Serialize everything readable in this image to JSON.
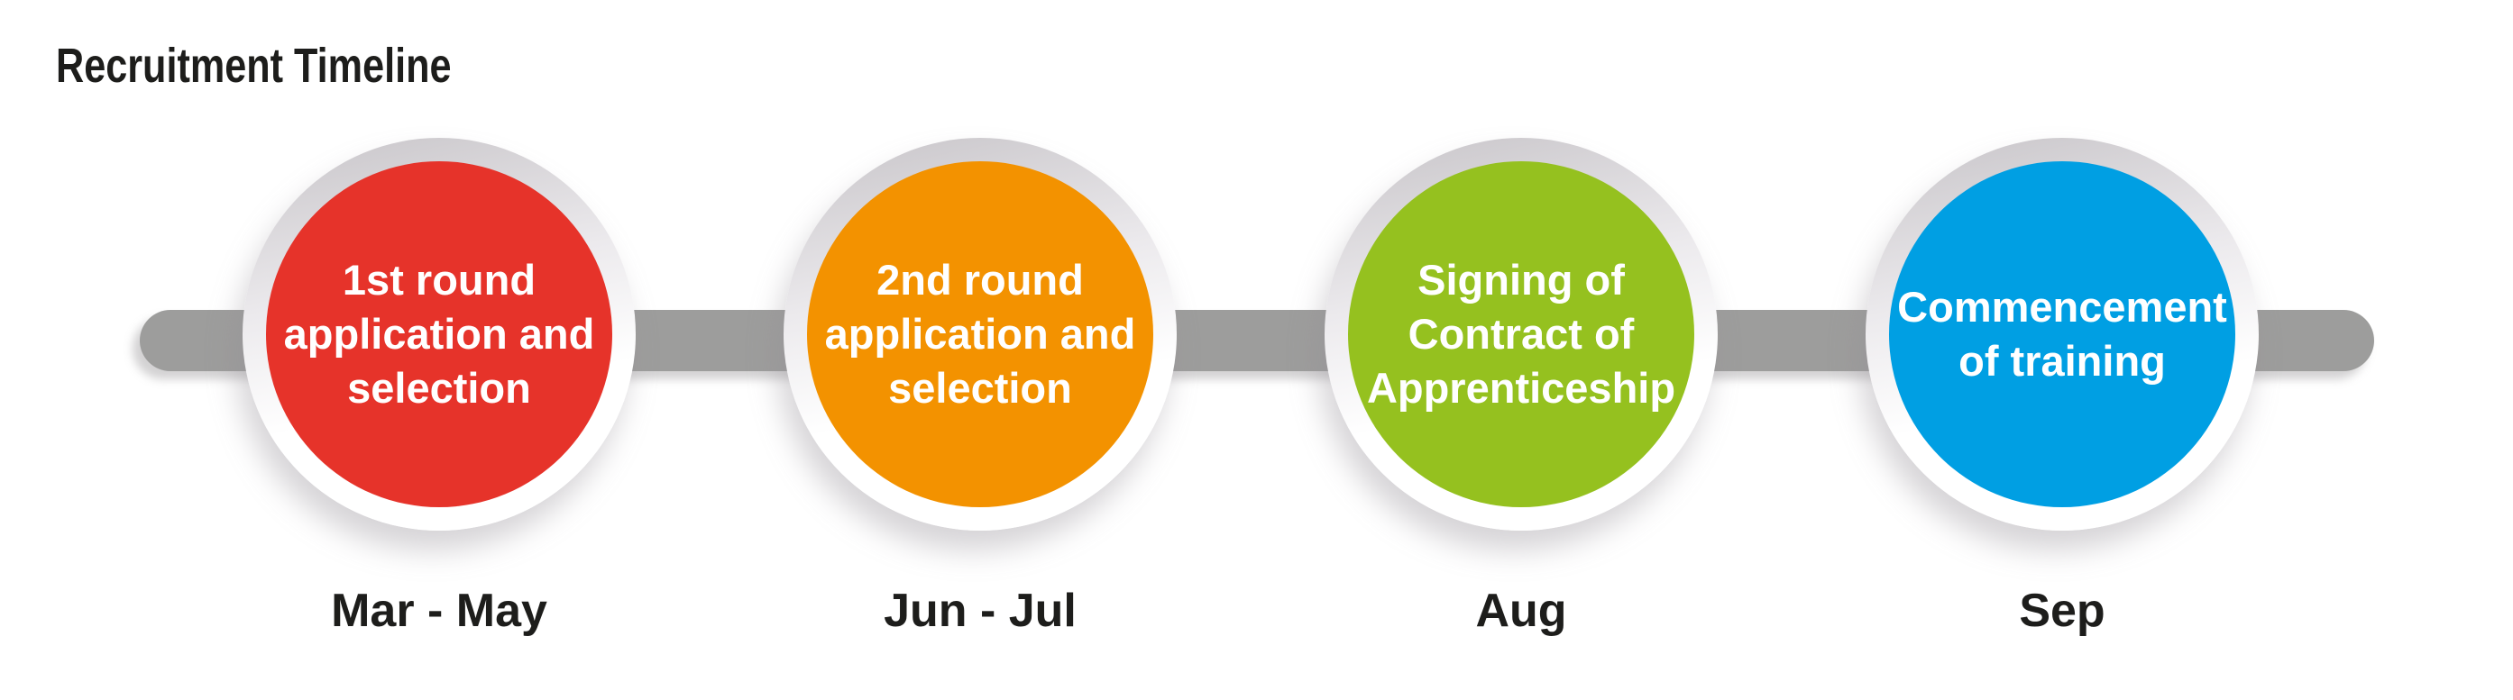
{
  "title": "Recruitment Timeline",
  "timeline": {
    "bar_color": "#9d9d9c",
    "step_text_color": "#ffffff",
    "period_text_color": "#1d1d1b",
    "steps": [
      {
        "label": "1st round\napplication and\nselection",
        "period": "Mar - May",
        "color": "#e6332a"
      },
      {
        "label": "2nd round\napplication and\nselection",
        "period": "Jun - Jul",
        "color": "#f39200"
      },
      {
        "label": "Signing of\nContract of\nApprenticeship",
        "period": "Aug",
        "color": "#95c11f"
      },
      {
        "label": "Commencement\nof training",
        "period": "Sep",
        "color": "#009fe3"
      }
    ]
  }
}
